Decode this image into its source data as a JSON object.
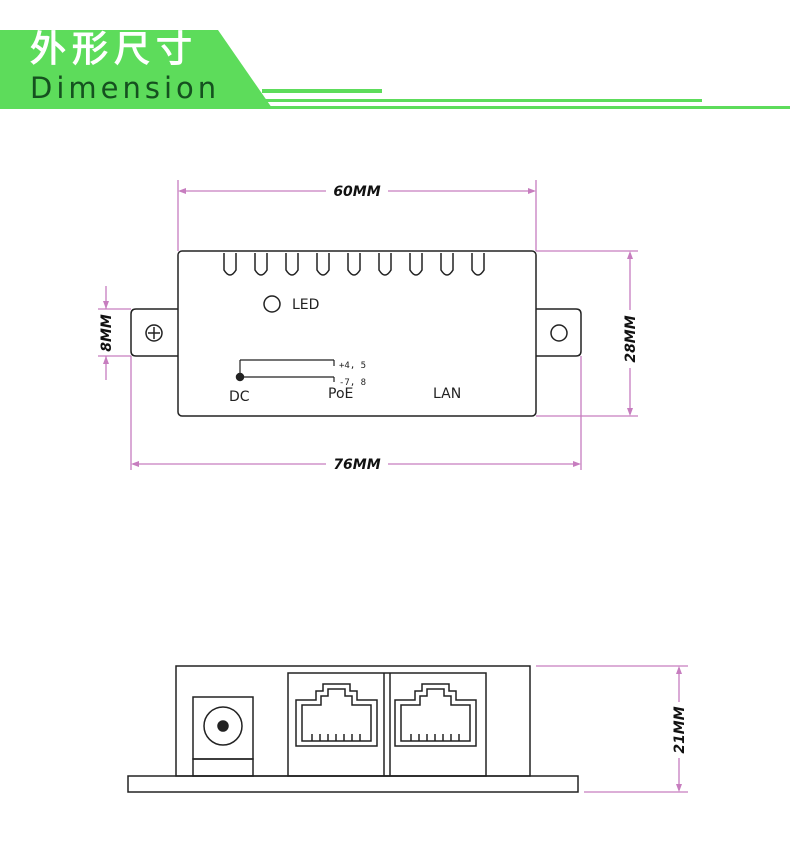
{
  "header": {
    "title_cn": "外形尺寸",
    "title_en": "Dimension"
  },
  "colors": {
    "accent_green": "#5ddc5b",
    "dimension_line": "#c77dbf",
    "outline": "#222222"
  },
  "top_view": {
    "width_label": "60MM",
    "total_width_label": "76MM",
    "height_label": "28MM",
    "tab_label": "8MM",
    "led_label": "LED",
    "dc_label": "DC",
    "poe_label": "PoE",
    "lan_label": "LAN",
    "plus_label": "+4, 5",
    "minus_label": "-7, 8"
  },
  "side_view": {
    "height_label": "21MM"
  }
}
